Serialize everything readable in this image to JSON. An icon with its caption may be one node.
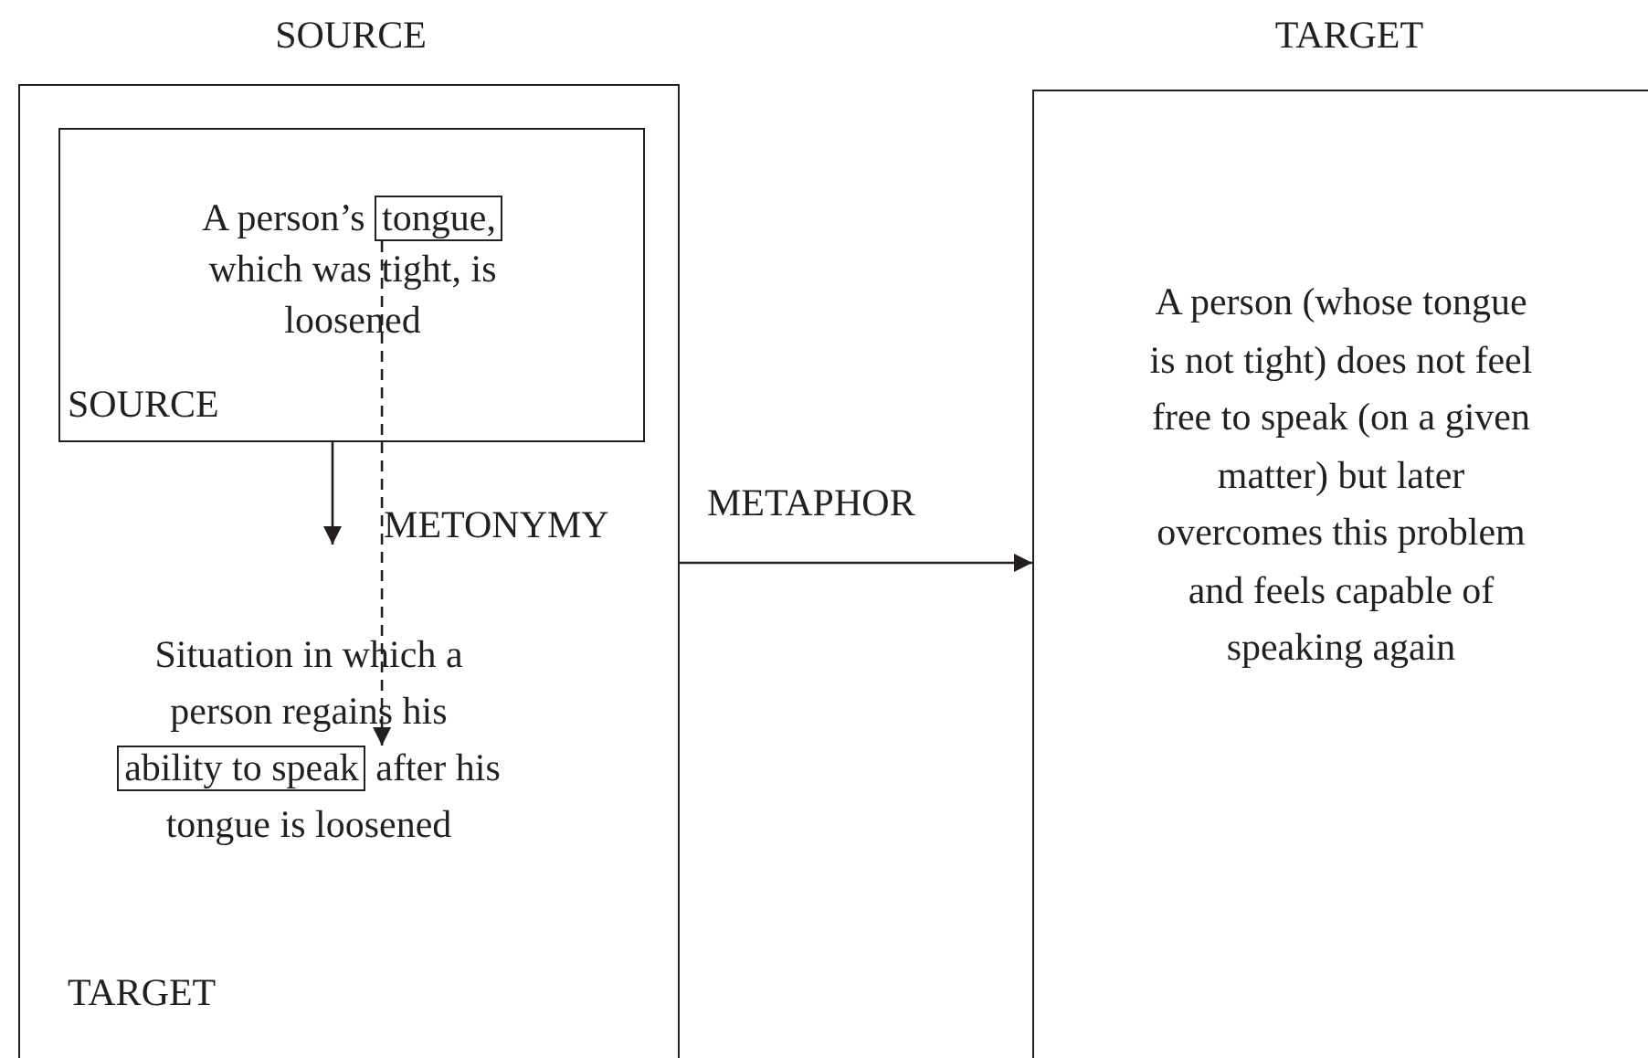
{
  "diagram": {
    "nodes": [
      {
        "text": [
          "SOURCE",
          "Situation in which a person regains his",
          "after his tongue is loosened",
          "TARGET"
        ]
      },
      {
        "text": [
          "A person’s",
          "which was tight, is loosened",
          "SOURCE"
        ],
        "in": 0
      },
      {
        "text": [
          "tongue,"
        ],
        "in": 1
      },
      {
        "text": [
          "ability to speak"
        ],
        "in": 0
      },
      {
        "text": [
          "TARGET",
          "A person (whose tongue is not tight) does not feel free to speak (on a given matter) but later overcomes this problem and feels capable of speaking again"
        ]
      }
    ],
    "edges": [
      {
        "from": 1,
        "to": null,
        "arrow": "to"
      },
      {
        "from": 2,
        "to": 3,
        "arrow": "to",
        "style": "dashed",
        "label": "METONYMY"
      },
      {
        "from": 0,
        "to": 4,
        "arrow": "to",
        "label": "METAPHOR"
      }
    ]
  }
}
